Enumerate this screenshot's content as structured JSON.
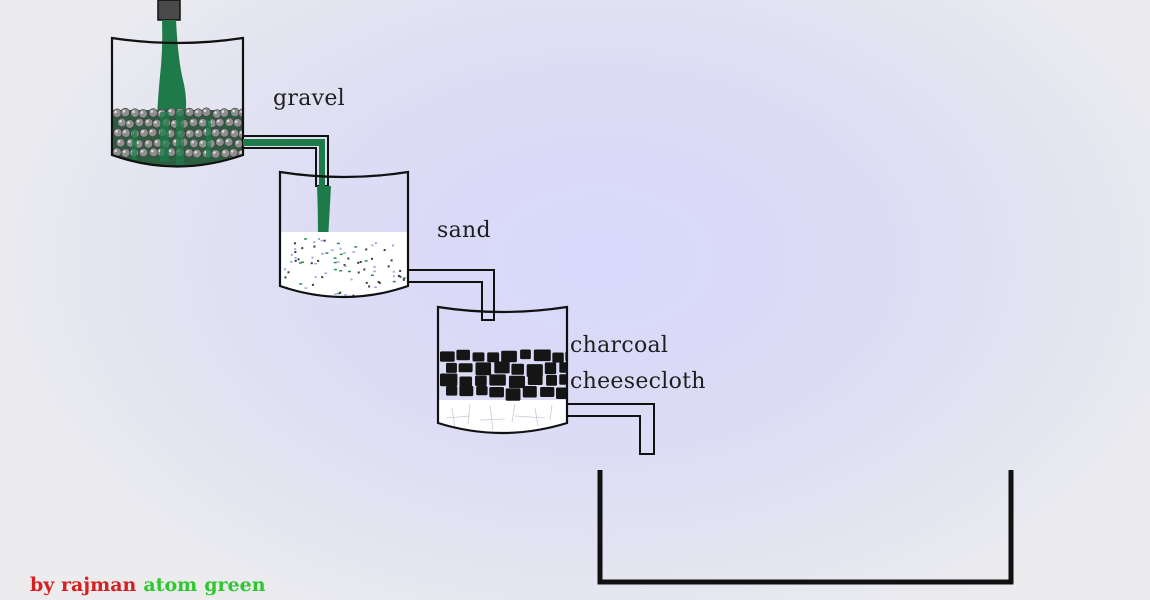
{
  "labels": {
    "gravel": "gravel",
    "sand": "sand",
    "charcoal": "charcoal",
    "cheesecloth": "cheesecloth"
  },
  "credit": {
    "prefix": "by rajman",
    "word1": "atom",
    "word2": "green",
    "prefix_color": "#d42020",
    "word1_color": "#2ec82e",
    "word2_color": "#2ec82e"
  },
  "colors": {
    "water": "#1f7a4a",
    "gravel": "#8a8a8a",
    "sand": "#ffffff",
    "charcoal": "#151515",
    "outline": "#111111"
  }
}
